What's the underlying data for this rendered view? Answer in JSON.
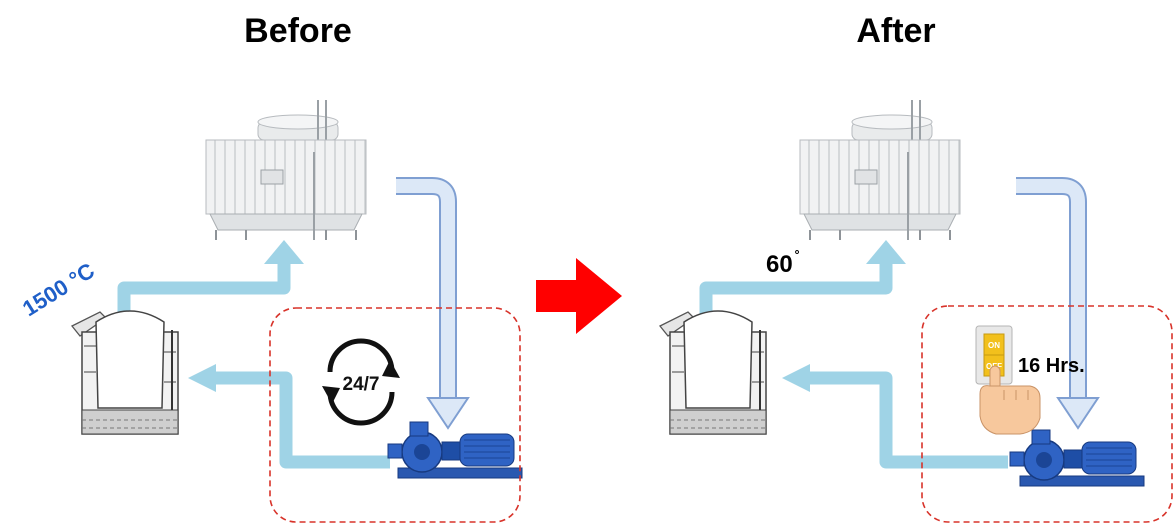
{
  "panels": {
    "before": {
      "title": "Before",
      "temperature_label": "1500 °C",
      "cycle_label": "24/7"
    },
    "after": {
      "title": "After",
      "temperature_label": "60",
      "switch_on": "ON",
      "switch_off": "OFF",
      "runtime_label": "16 Hrs."
    }
  },
  "colors": {
    "pipe_supply": "#9fd3e6",
    "pipe_return": "#a9c4e8",
    "highlight_box": "#d8332a",
    "transition_arrow": "#ff0000",
    "temp_text": "#1f5fc8",
    "pump": "#1f4fa8",
    "switch_panel": "#f2c01c"
  },
  "icons": [
    "cooling-tower-icon",
    "induction-furnace-icon",
    "water-pump-icon",
    "cycle-24-7-icon",
    "on-off-switch-icon",
    "hand-pointer-icon",
    "red-right-arrow-icon"
  ]
}
